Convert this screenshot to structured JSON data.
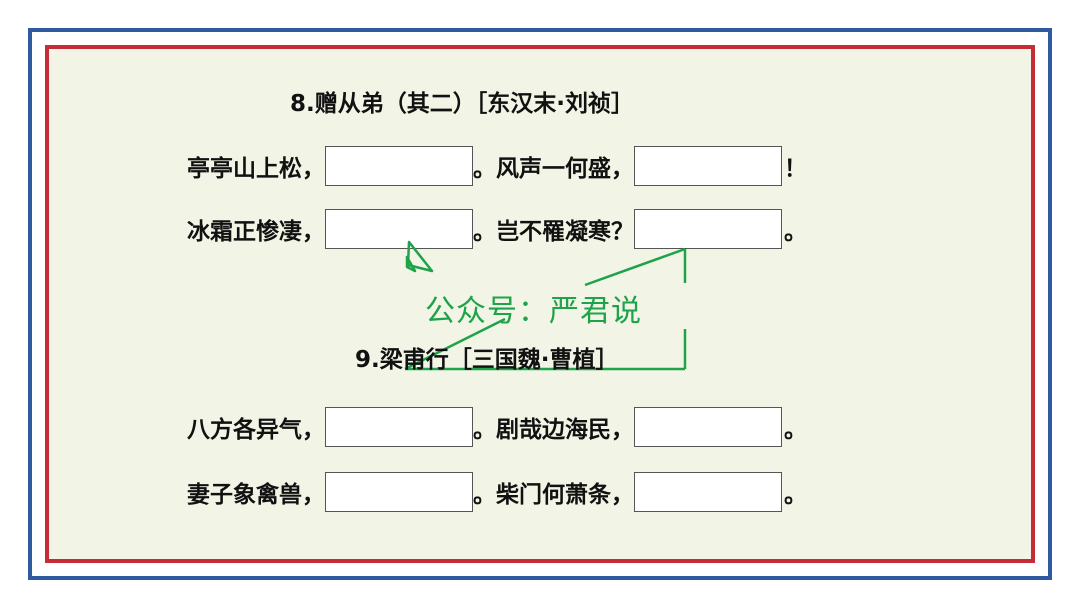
{
  "poem8": {
    "title": "8.赠从弟（其二）［东汉末·刘祯］",
    "line1": {
      "a": "亭亭山上松，",
      "b": "。风声一何盛，",
      "c": "！"
    },
    "line2": {
      "a": "冰霜正惨凄，",
      "b": "。岂不罹凝寒？",
      "c": "。"
    }
  },
  "poem9": {
    "title": "9.梁甫行［三国魏·曹植］",
    "line1": {
      "a": "八方各异气，",
      "b": "。剧哉边海民，",
      "c": "。"
    },
    "line2": {
      "a": "妻子象禽兽，",
      "b": "。柴门何萧条，",
      "c": "。"
    }
  },
  "watermark": {
    "text": "公众号：严君说",
    "color": "#1fa24a"
  },
  "colors": {
    "outer_border": "#2e5aa0",
    "inner_border": "#c62b36",
    "background": "#f2f5e6"
  }
}
